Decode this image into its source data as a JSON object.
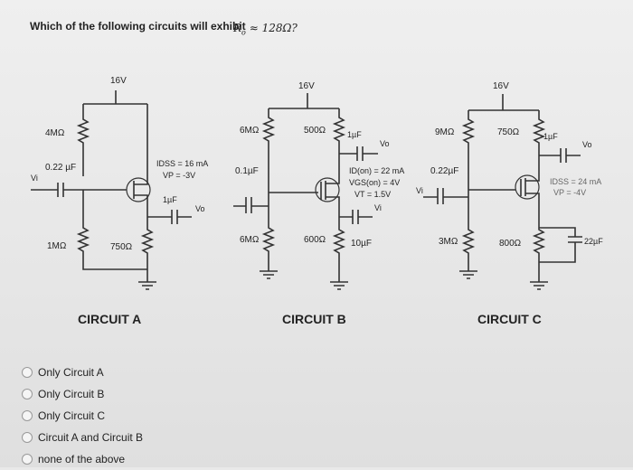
{
  "question": {
    "text": "Which of the following circuits will exhibit",
    "ro_symbol": "R",
    "ro_sub": "o",
    "ro_rest": "≈ 128Ω?"
  },
  "circuits": {
    "a": {
      "title": "CIRCUIT A",
      "supply": "16V",
      "r_top": "4MΩ",
      "c_in": "0.22 µF",
      "vi": "Vi",
      "idss": "IDSS = 16 mA",
      "vp": "VP = -3V",
      "c_out": "1µF",
      "vo": "Vo",
      "r_bottom": "1MΩ",
      "r_source": "750Ω"
    },
    "b": {
      "title": "CIRCUIT B",
      "supply": "16V",
      "r_top_left": "6MΩ",
      "r_drain": "500Ω",
      "c_out": "1µF",
      "vo": "Vo",
      "c_in": "0.1µF",
      "id_on": "ID(on) = 22 mA",
      "vgs_on": "VGS(on) = 4V",
      "vt": "VT = 1.5V",
      "vi": "Vi",
      "r_bottom_left": "6MΩ",
      "r_source": "600Ω",
      "c_source": "10µF"
    },
    "c": {
      "title": "CIRCUIT C",
      "supply": "16V",
      "r_top_left": "9MΩ",
      "r_drain": "750Ω",
      "c_out": "1µF",
      "vo": "Vo",
      "c_in": "0.22µF",
      "vi": "Vi",
      "idss": "IDSS = 24 mA",
      "vp": "VP = -4V",
      "r_bottom_left": "3MΩ",
      "r_source": "800Ω",
      "c_source": "22µF"
    }
  },
  "options": [
    "Only Circuit A",
    "Only Circuit B",
    "Only Circuit C",
    "Circuit A and Circuit B",
    "none of the above"
  ]
}
